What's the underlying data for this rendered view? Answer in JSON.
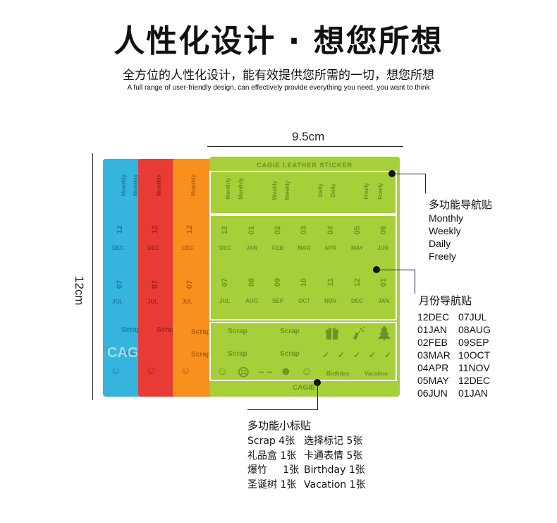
{
  "header": {
    "title": "人性化设计 · 想您所想",
    "subtitle": "全方位的人性化设计，能有效提供您所需的一切，想您所想",
    "tagline": "A full range of user-friendly design, can effectively provide everything you need, you want to think"
  },
  "dimensions": {
    "width": "9.5cm",
    "height": "12cm"
  },
  "sheet": {
    "brand": "CAGIE LEATHER STICKER",
    "logo": "CAGIE",
    "nav_tabs": [
      "Monthly",
      "Monthly",
      "Weekly",
      "Weekly",
      "Daily",
      "Daily",
      "Freely",
      "Freely"
    ],
    "side_tabs": [
      "Monthly",
      "Monthly"
    ],
    "months_row1": [
      {
        "num": "12",
        "mon": "DEC"
      },
      {
        "num": "01",
        "mon": "JAN"
      },
      {
        "num": "02",
        "mon": "FEB"
      },
      {
        "num": "03",
        "mon": "MAR"
      },
      {
        "num": "04",
        "mon": "APR"
      },
      {
        "num": "05",
        "mon": "MAY"
      },
      {
        "num": "06",
        "mon": "JUN"
      }
    ],
    "months_row2": [
      {
        "num": "07",
        "mon": "JUL"
      },
      {
        "num": "08",
        "mon": "AUG"
      },
      {
        "num": "09",
        "mon": "SEP"
      },
      {
        "num": "10",
        "mon": "OCT"
      },
      {
        "num": "11",
        "mon": "NOV"
      },
      {
        "num": "12",
        "mon": "DEC"
      },
      {
        "num": "01",
        "mon": "JAN"
      }
    ],
    "scrap": "Scrap",
    "birthday": "Birthday",
    "vacation": "Vacation"
  },
  "callouts": {
    "nav": {
      "title": "多功能导航贴",
      "items": [
        "Monthly",
        "Weekly",
        "Daily",
        "Freely"
      ]
    },
    "month": {
      "title": "月份导航贴",
      "items": [
        "12DEC",
        "07JUL",
        "01JAN",
        "08AUG",
        "02FEB",
        "09SEP",
        "03MAR",
        "10OCT",
        "04APR",
        "11NOV",
        "05MAY",
        "12DEC",
        "06JUN",
        "01JAN"
      ]
    },
    "small": {
      "title": "多功能小标贴",
      "items": [
        "Scrap  4张",
        "选择标记  5张",
        "礼品盒 1张",
        "卡通表情  5张",
        "爆竹     1张",
        "Birthday  1张",
        "圣诞树 1张",
        "Vacation 1张"
      ]
    }
  },
  "colors": {
    "blue": "#35b4dd",
    "red": "#e93b35",
    "orange": "#f8901e",
    "green": "#a6cf3a"
  }
}
